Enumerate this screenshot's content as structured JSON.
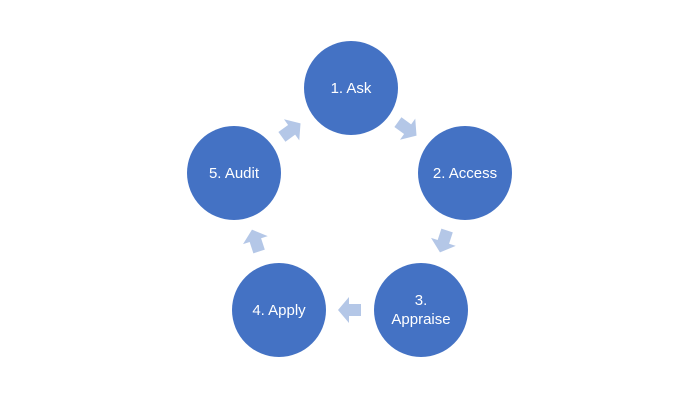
{
  "colors": {
    "node_fill": "#4472c4",
    "arrow_fill": "#b4c7e7",
    "text": "#ffffff",
    "background": "#ffffff"
  },
  "diagram": {
    "type": "cycle",
    "steps": [
      {
        "label": "1. Ask"
      },
      {
        "label": "2. Access"
      },
      {
        "label": "3.\nAppraise"
      },
      {
        "label": "4. Apply"
      },
      {
        "label": "5. Audit"
      }
    ]
  }
}
